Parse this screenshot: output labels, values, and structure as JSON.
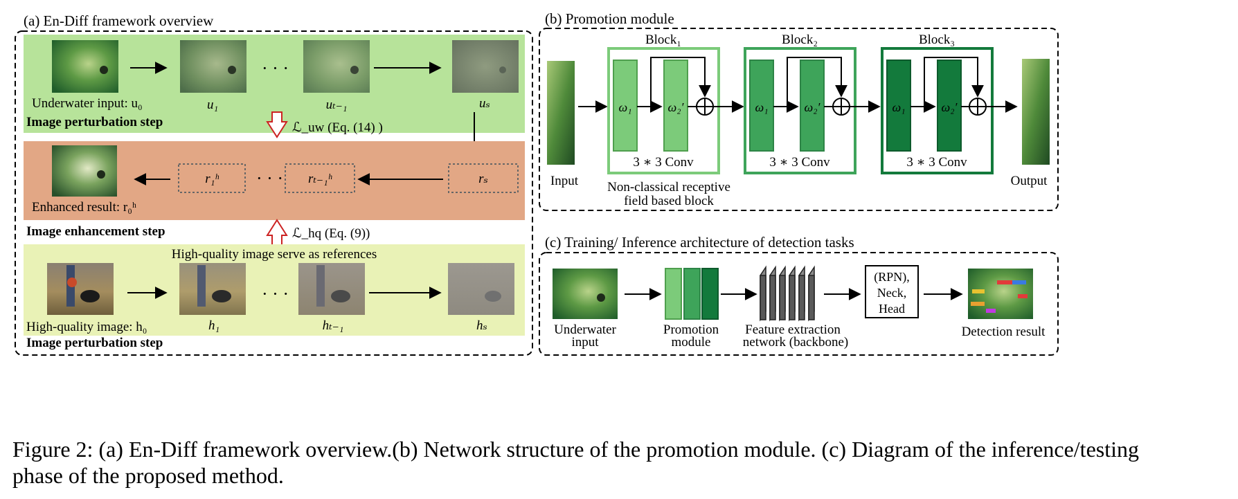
{
  "panel_a": {
    "title": "(a) En-Diff framework overview",
    "row_uw": {
      "input_label": "Underwater input: u₀",
      "labels": [
        "u₁",
        "uₜ₋₁",
        "uₛ"
      ],
      "step_label": "Image perturbation step",
      "ellipsis": "· · ·"
    },
    "loss_uw": "ℒ_uw (Eq. (14) )",
    "row_enh": {
      "result_label": "Enhanced result: r₀ʰ",
      "boxes": [
        "r₁ʰ",
        "rₜ₋₁ʰ",
        "rₛ"
      ],
      "step_label": "Image enhancement step",
      "ellipsis": "· · ·"
    },
    "loss_hq": "ℒ_hq (Eq. (9))",
    "row_hq": {
      "header": "High-quality image serve as references",
      "input_label": "High-quality image: h₀",
      "labels": [
        "h₁",
        "hₜ₋₁",
        "hₛ"
      ],
      "step_label": "Image perturbation step",
      "ellipsis": "· · ·"
    }
  },
  "panel_b": {
    "title": "(b) Promotion module",
    "input_label": "Input",
    "output_label": "Output",
    "blocks": [
      {
        "title": "Block₁",
        "w1": "ω₁",
        "w2": "ω₂′",
        "conv": "3 ∗ 3 Conv"
      },
      {
        "title": "Block₂",
        "w1": "ω₁",
        "w2": "ω₂′",
        "conv": "3 ∗ 3 Conv"
      },
      {
        "title": "Block₃",
        "w1": "ω₁",
        "w2": "ω₂′",
        "conv": "3 ∗ 3 Conv"
      }
    ],
    "block_caption_1": "Non-classical receptive",
    "block_caption_2": "field based block",
    "plus": "+"
  },
  "panel_c": {
    "title": "(c) Training/ Inference architecture of detection tasks",
    "input_label_1": "Underwater",
    "input_label_2": "input",
    "promo_label_1": "Promotion",
    "promo_label_2": "module",
    "backbone_label_1": "Feature extraction",
    "backbone_label_2": "network (backbone)",
    "head_box_1": "(RPN),",
    "head_box_2": "Neck,",
    "head_box_3": "Head",
    "result_label": "Detection result"
  },
  "caption_line_1": "Figure 2: (a) En-Diff framework overview.(b) Network structure of the promotion module. (c) Diagram of the inference/testing",
  "caption_line_2": "phase of the proposed method.",
  "colors": {
    "uw_band": "#b7e39a",
    "enh_band": "#e2a785",
    "hq_band": "#e9f2b6",
    "green_light": "#7ccb7a",
    "green_mid": "#3ea45a",
    "green_dark": "#137a3c",
    "hollow_arrow": "#cc2222"
  }
}
